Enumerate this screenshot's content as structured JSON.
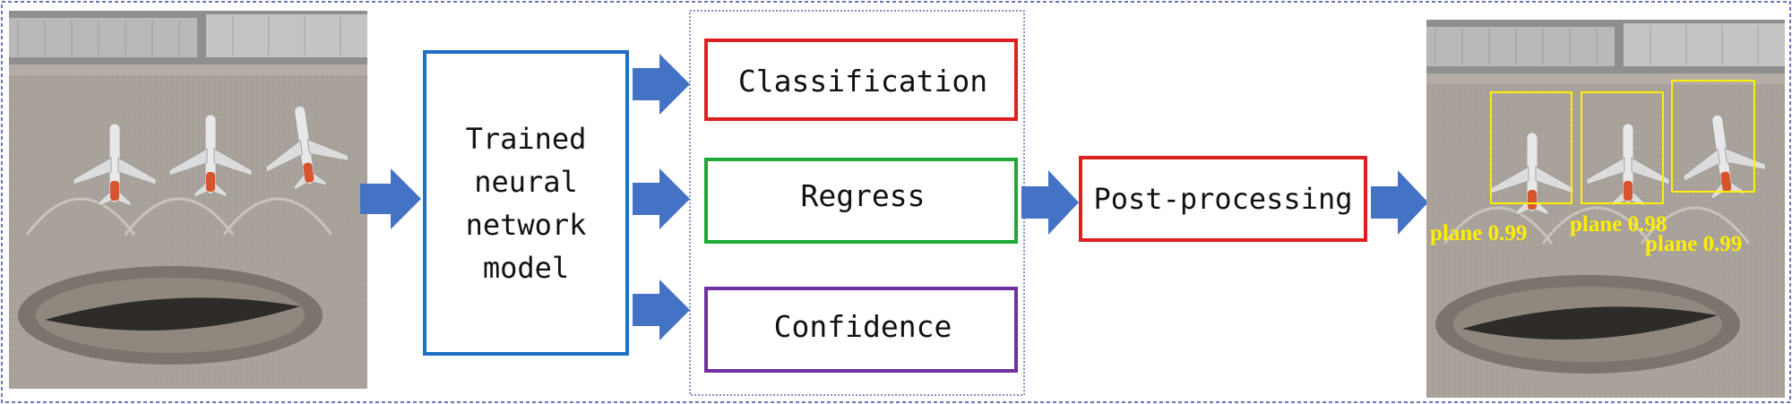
{
  "model_box": {
    "lines": [
      "Trained",
      "neural",
      "network",
      "model"
    ]
  },
  "outputs": {
    "classification": "Classification",
    "regress": "Regress",
    "confidence": "Confidence"
  },
  "post_processing": "Post-processing",
  "detections": [
    {
      "label": "plane 0.99"
    },
    {
      "label": "plane 0.98"
    },
    {
      "label": "plane 0.99"
    }
  ],
  "colors": {
    "frame_dashed": "#3b4aa0",
    "arrow": "#4472c4",
    "model_border": "#1f6fc4",
    "classification_border": "#e02020",
    "regress_border": "#1ea838",
    "confidence_border": "#7030a0",
    "post_border": "#e02020",
    "detection_box": "#ffee00",
    "detection_text": "#ffee00"
  }
}
